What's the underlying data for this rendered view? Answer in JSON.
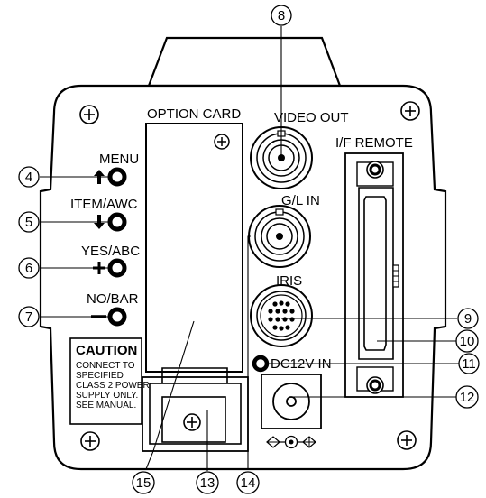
{
  "labels": {
    "option_card": "OPTION CARD",
    "video_out": "VIDEO OUT",
    "if_remote": "I/F REMOTE",
    "gl_in": "G/L IN",
    "iris": "IRIS",
    "dc12v_in": "DC12V IN",
    "menu": "MENU",
    "item_awc": "ITEM/AWC",
    "yes_abc": "YES/ABC",
    "no_bar": "NO/BAR"
  },
  "caution": {
    "title": "CAUTION",
    "lines": [
      "CONNECT TO",
      "SPECIFIED",
      "CLASS 2 POWER",
      "SUPPLY ONLY.",
      "SEE MANUAL."
    ]
  },
  "callouts": {
    "c4": "4",
    "c5": "5",
    "c6": "6",
    "c7": "7",
    "c8": "8",
    "c9": "9",
    "c10": "10",
    "c11": "11",
    "c12": "12",
    "c13": "13",
    "c14": "14",
    "c15": "15"
  },
  "symbols": {
    "menu_arrow": "up-arrow",
    "item_arrow": "down-arrow",
    "yes_sign": "+",
    "no_sign": "−",
    "polarity": "center-positive-polarity-symbol"
  }
}
